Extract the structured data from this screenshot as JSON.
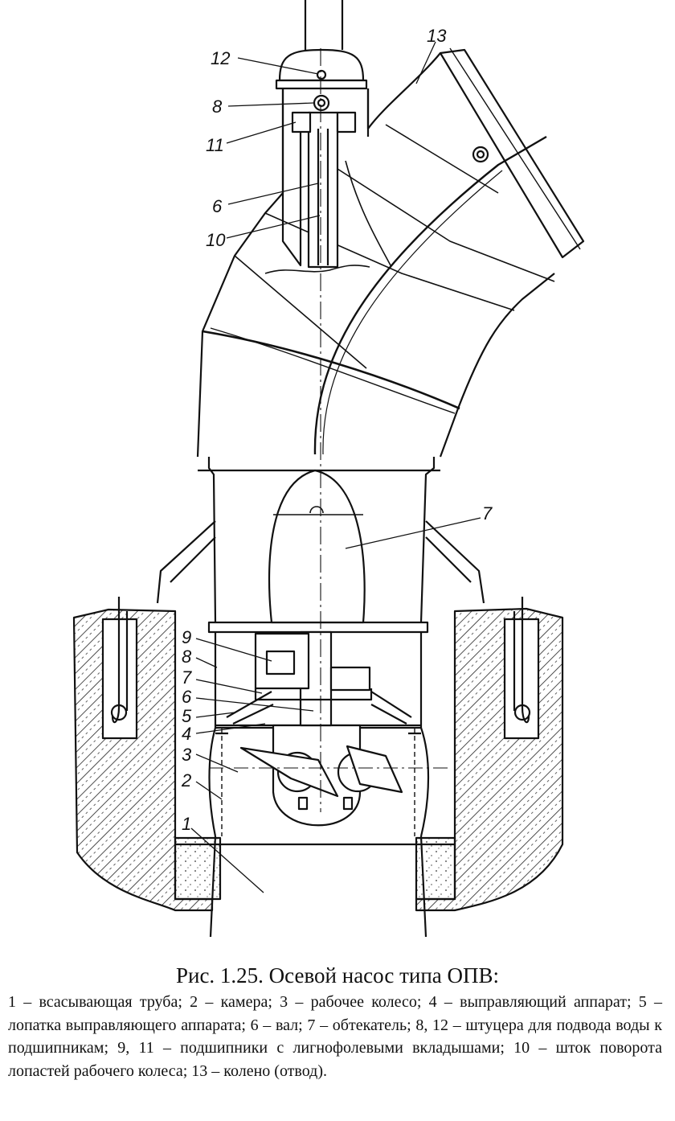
{
  "figure": {
    "labels": {
      "l13": "13",
      "l12": "12",
      "l8_top": "8",
      "l11": "11",
      "l6_top": "6",
      "l10": "10",
      "l7_top": "7",
      "l9": "9",
      "l8_low": "8",
      "l7_low": "7",
      "l6_low": "6",
      "l5": "5",
      "l4": "4",
      "l3": "3",
      "l2": "2",
      "l1": "1"
    },
    "colors": {
      "ink": "#111111",
      "paper": "#ffffff"
    }
  },
  "caption": {
    "title": "Рис. 1.25. Осевой насос типа ОПВ:",
    "body": "1 – всасывающая труба; 2 – камера; 3 – рабочее колесо; 4 – выправляющий аппарат; 5 – лопатка выправляющего аппарата; 6 – вал; 7 – обтекатель; 8, 12 – штуцера для подвода воды к подшипникам; 9, 11 – подшипники с лигнофолевыми вкладышами; 10 – шток поворота лопастей рабочего колеса; 13 – колено (отвод)."
  }
}
